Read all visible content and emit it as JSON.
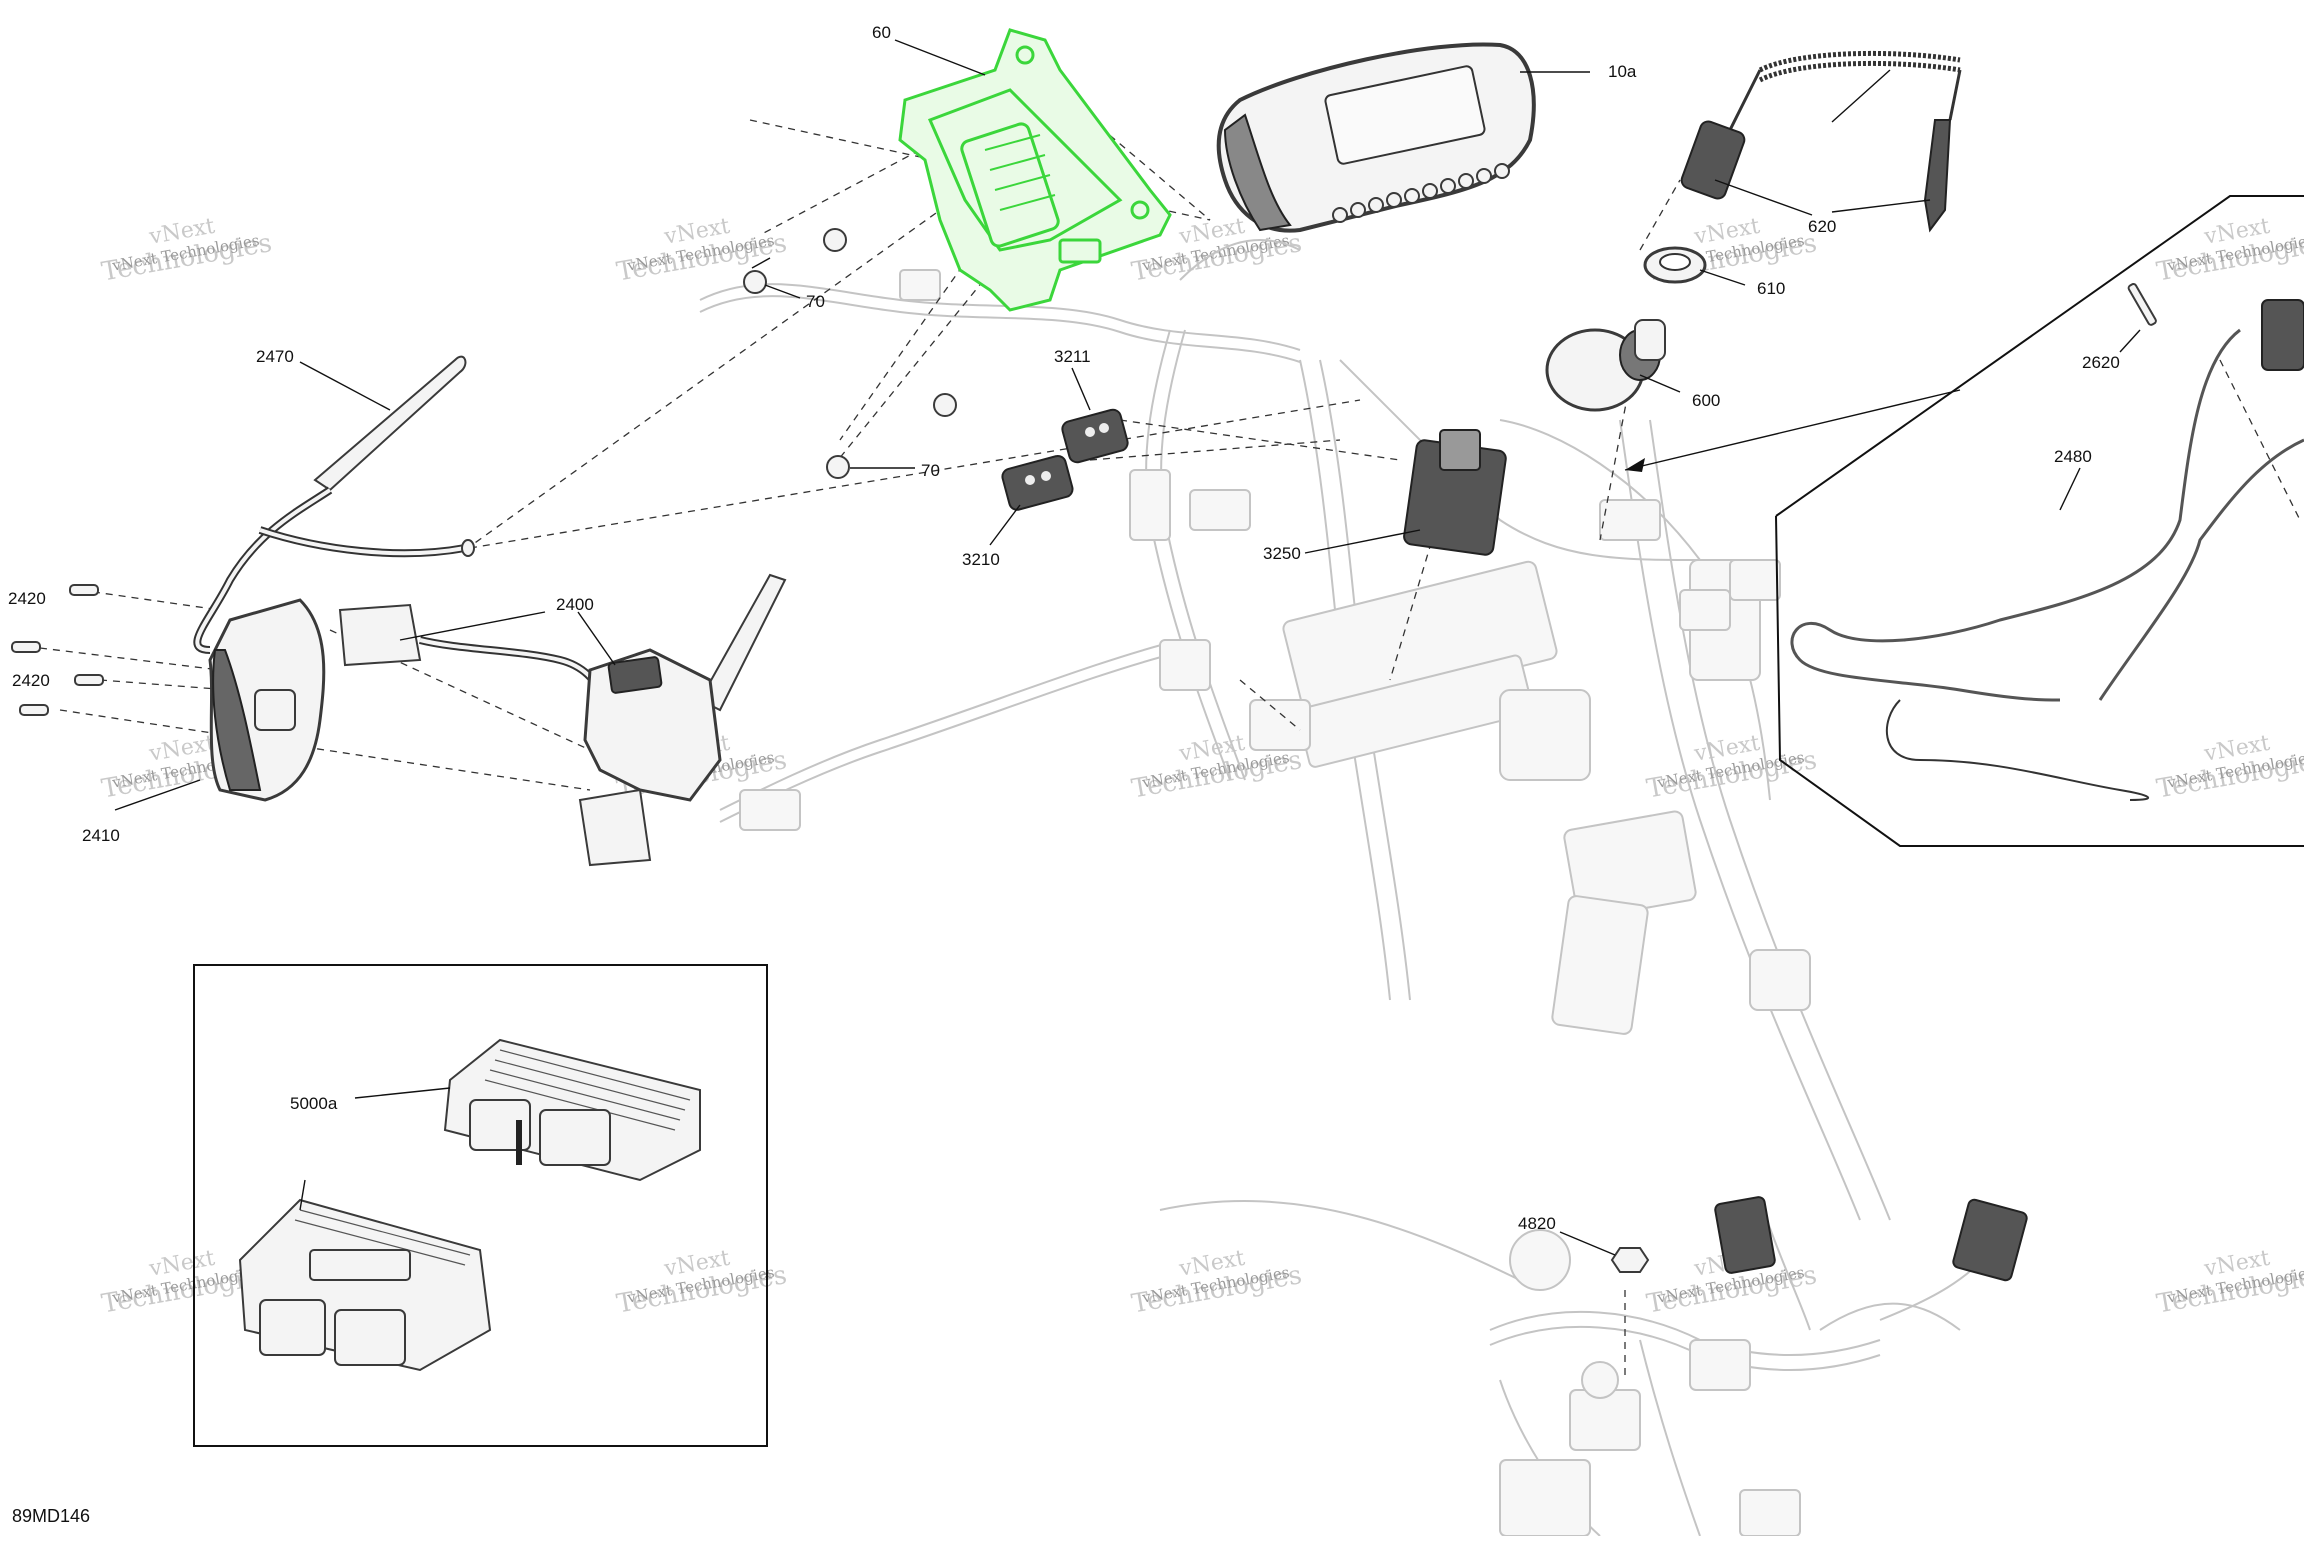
{
  "diagram": {
    "code": "89MD146",
    "watermark": [
      "vNext",
      "Technologies"
    ],
    "labels": {
      "p60": "60",
      "p10a": "10a",
      "p620": "620",
      "p610": "610",
      "p600": "600",
      "p70a": "70",
      "p70b": "70",
      "p3211": "3211",
      "p3210": "3210",
      "p3250": "3250",
      "p2470": "2470",
      "p2420a": "2420",
      "p2420b": "2420",
      "p2400": "2400",
      "p2410": "2410",
      "p2620": "2620",
      "p2480": "2480",
      "p5000a": "5000a",
      "p4820": "4820"
    },
    "highlight_color": "#3bd63b"
  }
}
